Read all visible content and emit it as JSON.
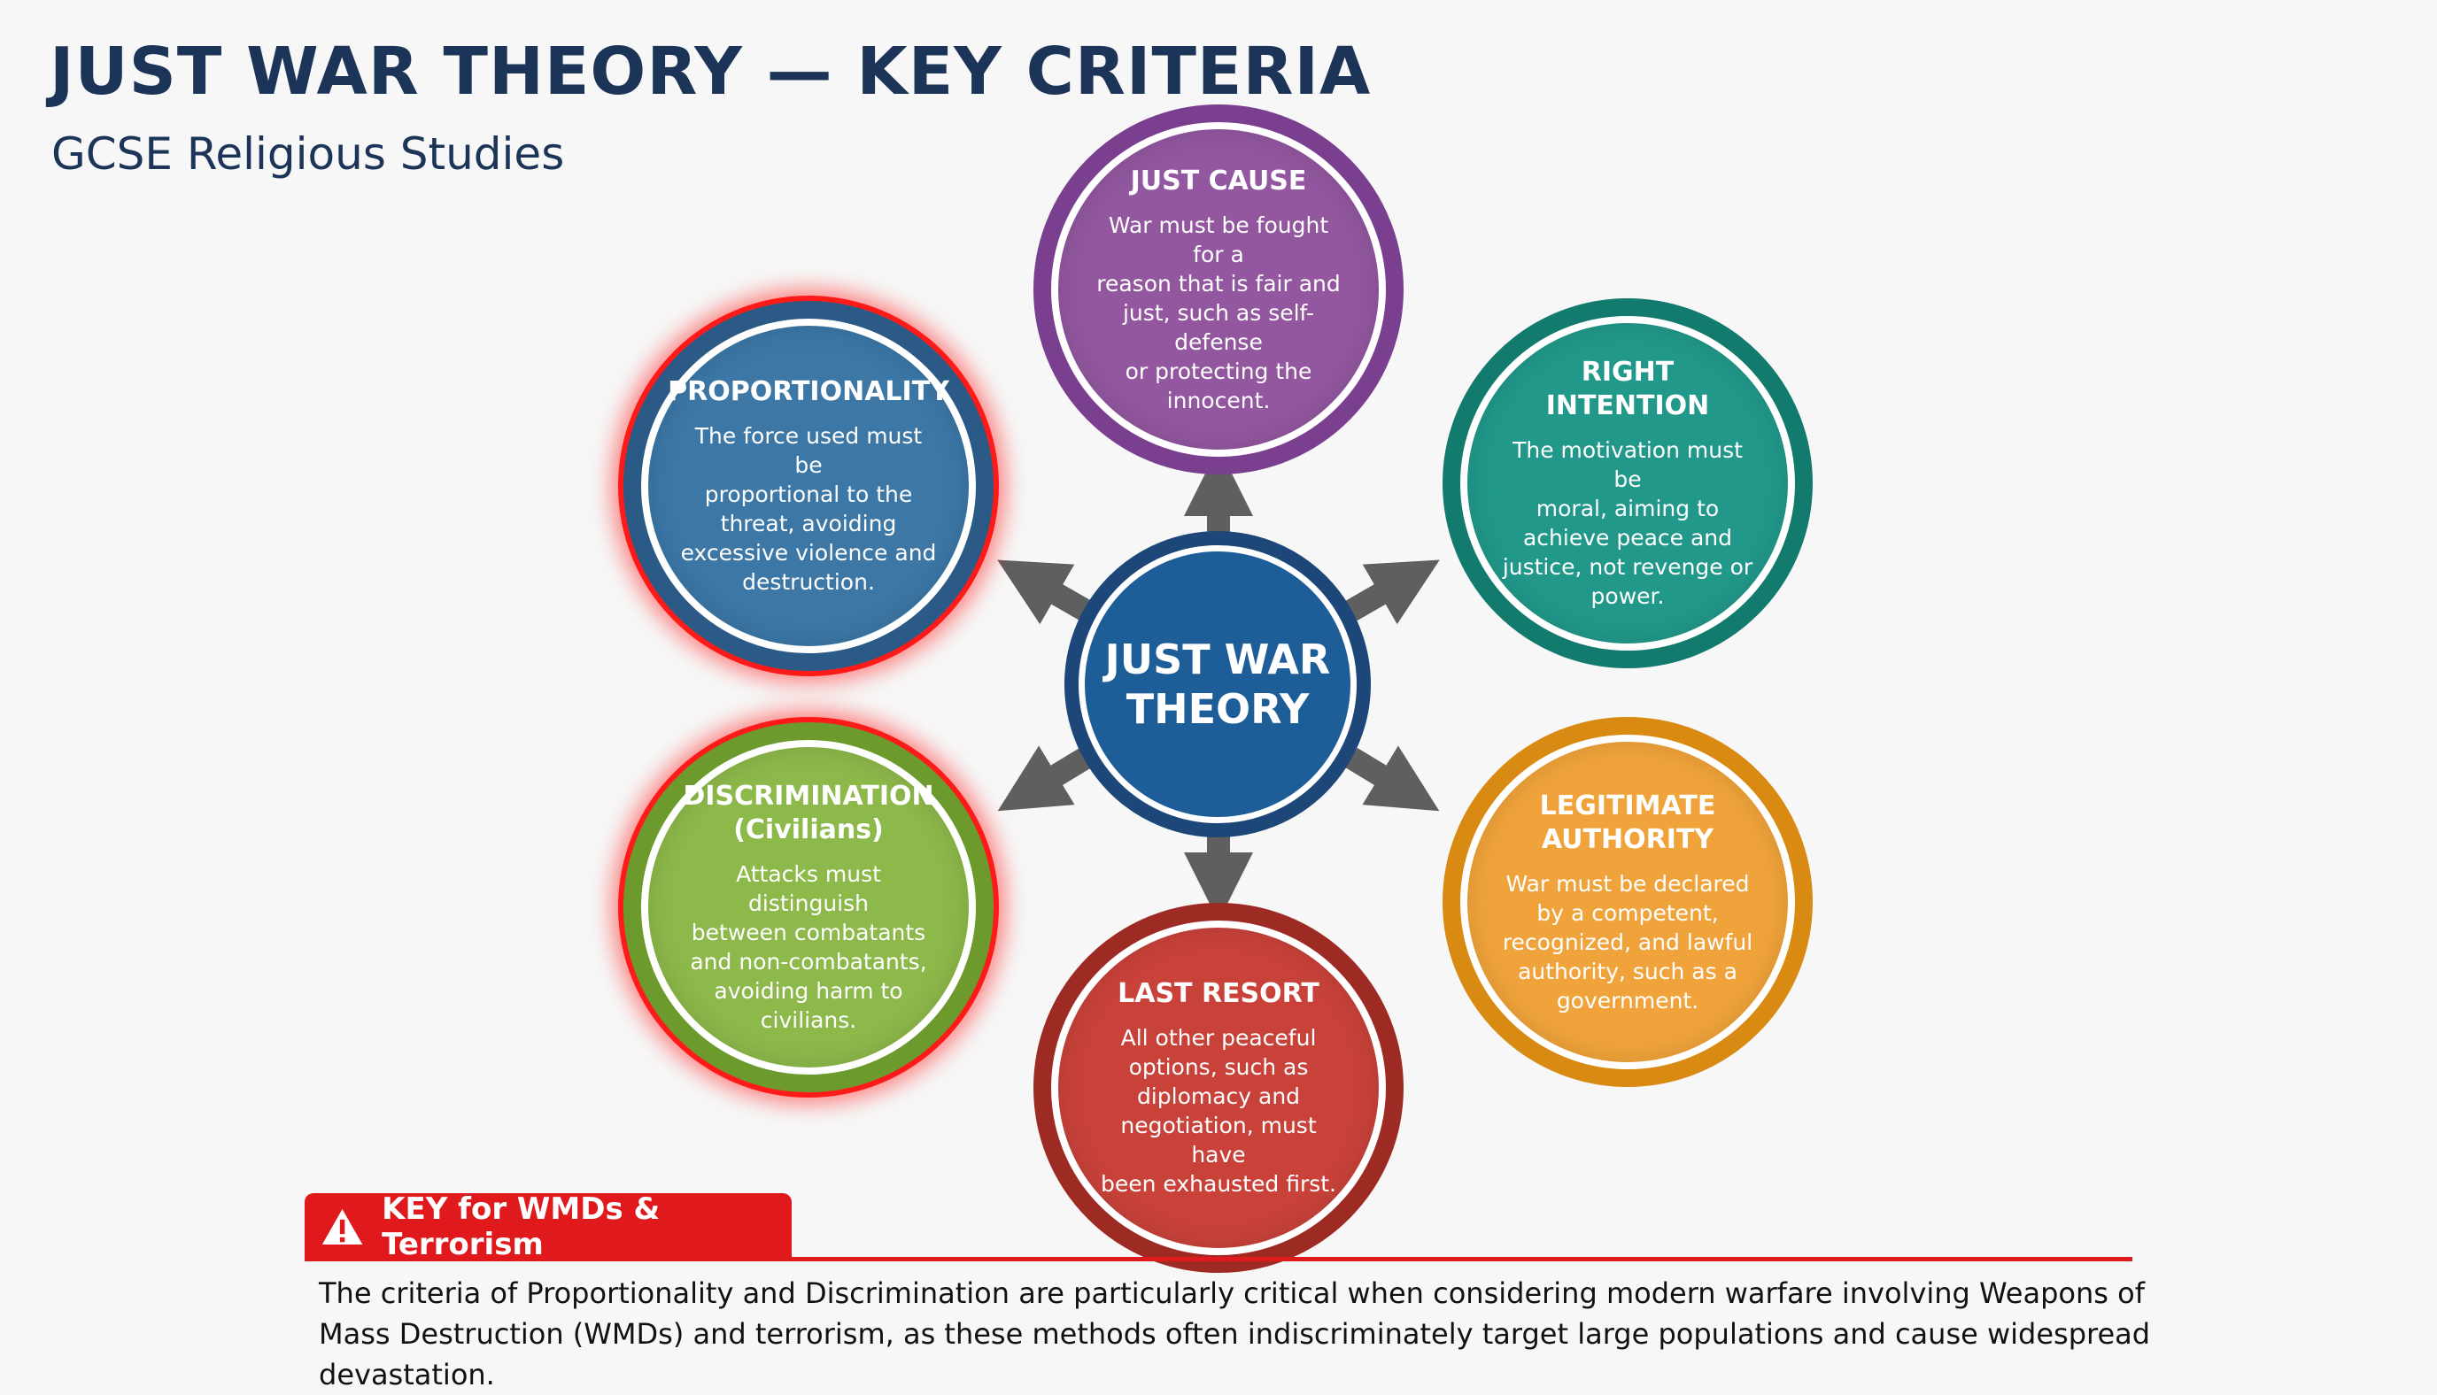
{
  "title": "JUST WAR THEORY — KEY CRITERIA",
  "subtitle": "GCSE Religious Studies",
  "center": {
    "label": "JUST WAR\nTHEORY"
  },
  "criteria": [
    {
      "title": "JUST CAUSE",
      "text": "War must be fought for a\nreason that is fair and\njust, such as self-defense\nor protecting the\ninnocent.",
      "color": "#7a3f8f",
      "fill": "#92579f",
      "highlighted": false
    },
    {
      "title": "RIGHT INTENTION",
      "text": "The motivation must be\nmoral, aiming to\nachieve peace and\njustice, not revenge or\npower.",
      "color": "#137a6e",
      "fill": "#21988a",
      "highlighted": false
    },
    {
      "title": "LEGITIMATE\nAUTHORITY",
      "text": "War must be declared\nby a competent,\nrecognized, and lawful\nauthority, such as a\ngovernment.",
      "color": "#d98a12",
      "fill": "#f0a33a",
      "highlighted": false
    },
    {
      "title": "LAST RESORT",
      "text": "All other peaceful\noptions, such as\ndiplomacy and\nnegotiation, must have\nbeen exhausted first.",
      "color": "#9e2a24",
      "fill": "#c8423a",
      "highlighted": false
    },
    {
      "title": "DISCRIMINATION\n(Civilians)",
      "text": "Attacks must distinguish\nbetween combatants\nand non-combatants,\navoiding harm to\ncivilians.",
      "color": "#6d9a2d",
      "fill": "#8db84a",
      "highlighted": true
    },
    {
      "title": "PROPORTIONALITY",
      "text": "The force used must be\nproportional to the\nthreat, avoiding\nexcessive violence and\ndestruction.",
      "color": "#2a5a85",
      "fill": "#3c77a6",
      "highlighted": true
    }
  ],
  "key": {
    "title": "KEY for WMDs & Terrorism",
    "icon": "warning-icon",
    "text": "The criteria of Proportionality and Discrimination are particularly critical when considering modern warfare involving Weapons of Mass Destruction (WMDs) and terrorism, as these methods often indiscriminately target large populations and cause widespread devastation.",
    "color": "#e0191d"
  }
}
